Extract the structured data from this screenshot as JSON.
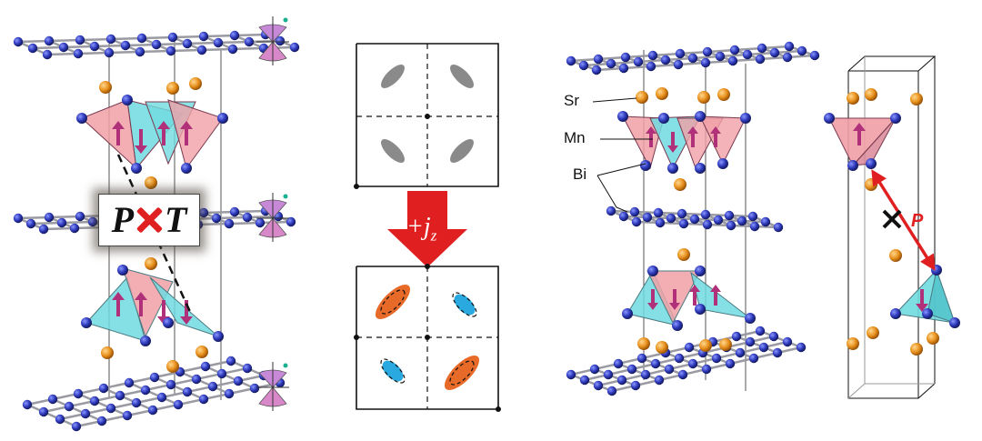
{
  "symmetry_box": {
    "left": "P",
    "right": "T"
  },
  "current_arrow": {
    "base": "+j",
    "subscript": "z"
  },
  "atom_labels": {
    "sr": "Sr",
    "mn": "Mn",
    "bi": "Bi"
  },
  "polarization_label": "P",
  "colors": {
    "bi_atom": "#2c38b8",
    "sr_atom": "#e8901c",
    "tetra_red": "#f0a0a6",
    "tetra_cyan": "#70dbe0",
    "spin_arrow": "#b0307a",
    "cone": "#c888d8",
    "arrow_red": "#e02020",
    "ellipse_orange": "#e86a28",
    "ellipse_blue": "#2aa8e0",
    "ellipse_gray": "#8a8a8a"
  }
}
